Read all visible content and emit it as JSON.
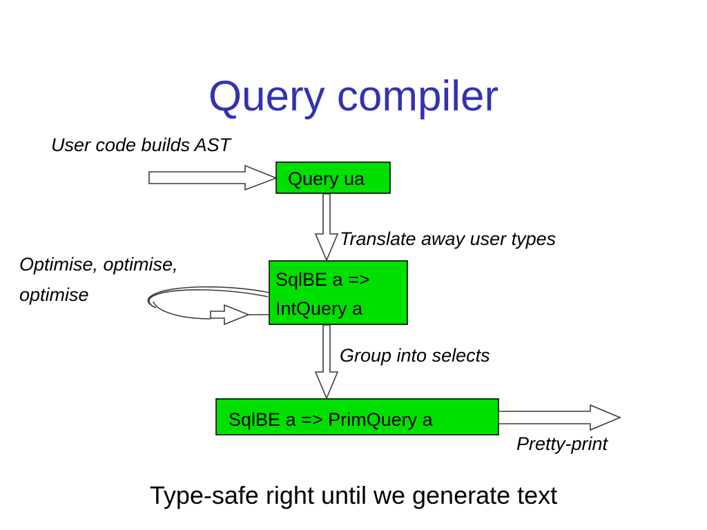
{
  "slide": {
    "title": "Query compiler",
    "title_color": "#3333b0",
    "background": "#ffffff",
    "node_fill": "#00e000",
    "node_stroke": "#000000",
    "arrow_fill": "#ffffff",
    "arrow_stroke": "#3a3a3a",
    "footer": "Type-safe right until we generate text"
  },
  "nodes": [
    {
      "id": "query-ua",
      "label": "Query ua"
    },
    {
      "id": "sqlbe-intquery",
      "label_line1": "SqlBE a =>",
      "label_line2": "IntQuery a"
    },
    {
      "id": "sqlbe-primquery",
      "label": "SqlBE a => PrimQuery a"
    }
  ],
  "edges": [
    {
      "id": "input-arrow",
      "label": "User code builds AST"
    },
    {
      "id": "translate-arrow",
      "label": "Translate away user types"
    },
    {
      "id": "optimise-loop",
      "label_line1": "Optimise, optimise,",
      "label_line2": "optimise"
    },
    {
      "id": "group-arrow",
      "label": "Group into selects"
    },
    {
      "id": "pretty-print-arrow",
      "label": "Pretty-print"
    }
  ]
}
